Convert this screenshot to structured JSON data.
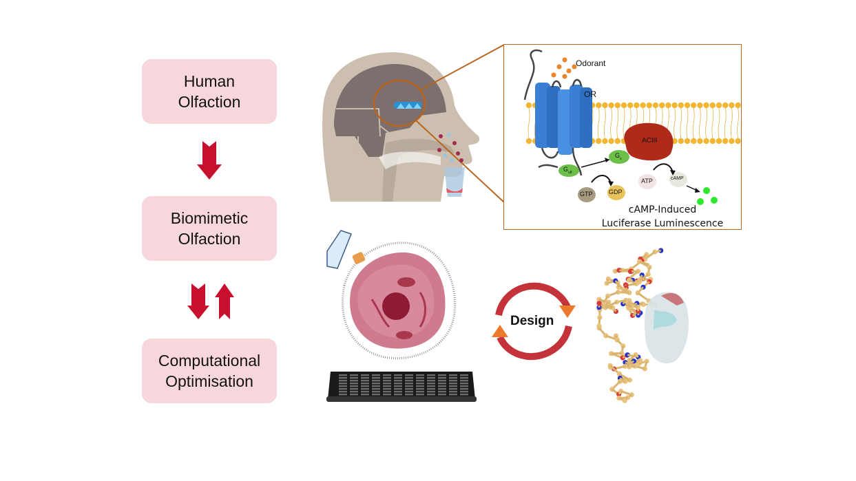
{
  "flow": {
    "steps": [
      {
        "line1": "Human",
        "line2": "Olfaction"
      },
      {
        "line1": "Biomimetic",
        "line2": "Olfaction"
      },
      {
        "line1": "Computational",
        "line2": "Optimisation"
      }
    ],
    "connector_1": "down-arrow",
    "connector_2": "bidirectional-arrows"
  },
  "colors": {
    "box_fill": "#f8d7dc",
    "arrow_red": "#c8102e",
    "inset_border": "#b8651f",
    "membrane": "#f2b632",
    "receptor_blue": "#3b7fd4",
    "acIII_red": "#b02a1a",
    "g_protein_green": "#6cc04a",
    "design_orange": "#ec7a2b",
    "design_red": "#c4323a"
  },
  "inset": {
    "odorant_label": "Odorant",
    "receptor_label": "OR",
    "enzyme_label": "ACIII",
    "g_olf_label": "G",
    "g_olf_sub": "olf",
    "g_s_label": "G",
    "g_s_sub": "s",
    "gtp_label": "GTP",
    "gdp_label": "GDP",
    "atp_label": "ATP",
    "camp_label": "cAMP",
    "caption_line1": "cAMP-Induced",
    "caption_line2": "Luciferase Luminescence"
  },
  "cycle": {
    "label": "Design"
  },
  "illustrations": {
    "head": "human-head-cross-section",
    "cell": "engineered-cell",
    "plate": "96-well-plate",
    "molecule": "peptide-structure"
  }
}
